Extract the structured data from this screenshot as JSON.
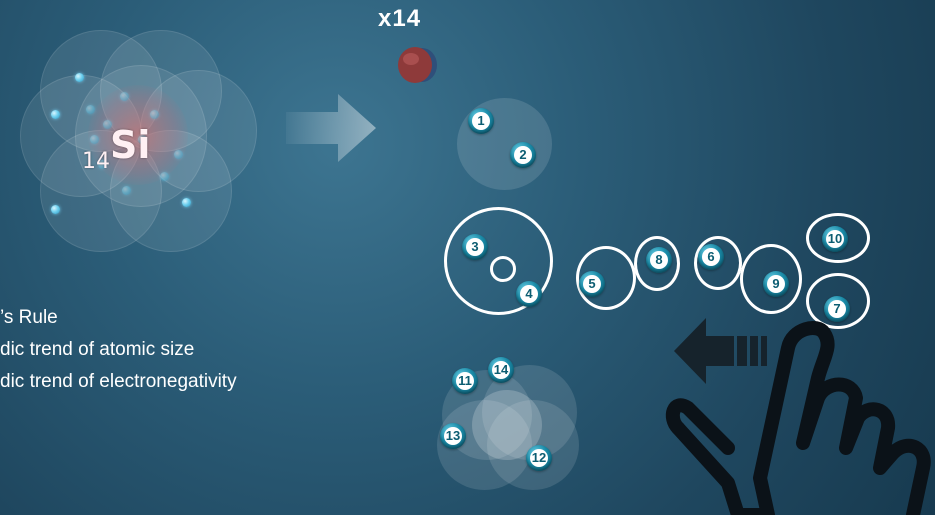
{
  "atom": {
    "atomic_number": "14",
    "symbol": "Si"
  },
  "multiplier": "x14",
  "electron_labels": [
    "1",
    "2",
    "3",
    "4",
    "5",
    "6",
    "7",
    "8",
    "9",
    "10",
    "11",
    "12",
    "13",
    "14"
  ],
  "bullets": [
    "’s Rule",
    "dic trend of atomic size",
    "dic trend of electronegativity"
  ],
  "colors": {
    "background": "#2b5d78",
    "electron": "#1b8ca9",
    "proton_ball": "#a64545",
    "ring": "#ffffff"
  },
  "icons": {
    "arrow_right": "arrow-right-icon",
    "arrow_left": "arrow-left-icon",
    "hand": "hand-pointer-icon"
  }
}
